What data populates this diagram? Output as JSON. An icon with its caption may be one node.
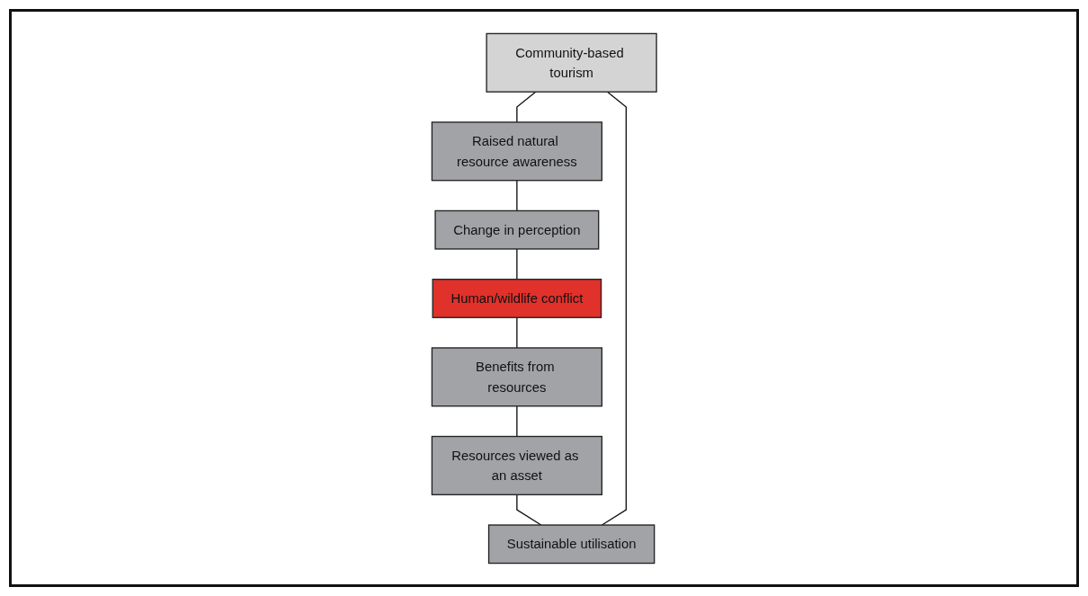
{
  "diagram": {
    "nodes": [
      {
        "text": [
          "Community-based tourism"
        ]
      },
      {
        "text": [
          "Sustainable utilisation"
        ]
      },
      {
        "text": [
          "Raised natural resource awareness"
        ]
      },
      {
        "text": [
          "Resources viewed as an asset"
        ]
      },
      {
        "text": [
          "Change in perception"
        ]
      },
      {
        "text": [
          "Benefits from resources"
        ]
      },
      {
        "text": [
          "Human/wildlife conflict"
        ]
      }
    ],
    "edges": [
      {
        "from": 0,
        "to": 2,
        "arrow": "none"
      },
      {
        "from": 2,
        "to": 4,
        "arrow": "none"
      },
      {
        "from": 4,
        "to": 6,
        "arrow": "none"
      },
      {
        "from": 6,
        "to": 5,
        "arrow": "none"
      },
      {
        "from": 5,
        "to": 3,
        "arrow": "none"
      },
      {
        "from": 3,
        "to": 1,
        "arrow": "none"
      },
      {
        "from": 1,
        "to": 0,
        "arrow": "none"
      }
    ]
  }
}
